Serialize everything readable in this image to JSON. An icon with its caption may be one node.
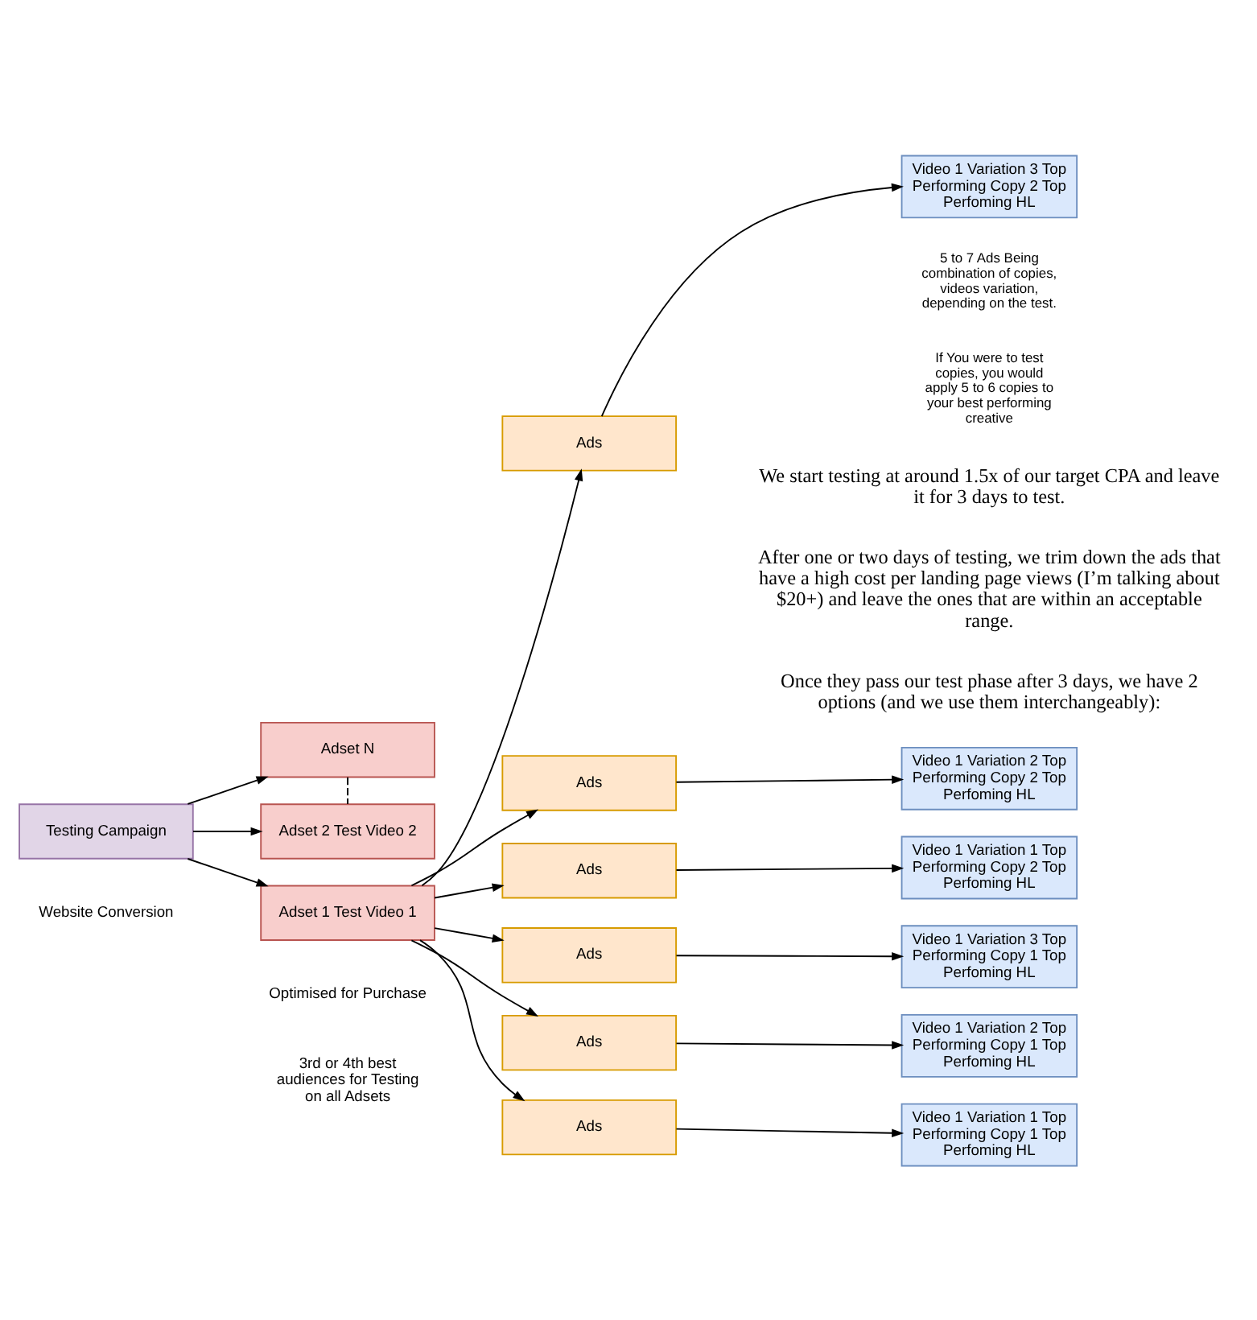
{
  "diagram": {
    "nodes": [
      {
        "text": [
          "Testing Campaign"
        ],
        "beside": [
          "Website Conversion"
        ]
      },
      {
        "text": [
          "Adset N"
        ]
      },
      {
        "text": [
          "Adset 2 Test Video 2"
        ]
      },
      {
        "text": [
          "Adset 1 Test Video 1"
        ],
        "beside": [
          "Optimised for Purchase",
          "3rd or 4th best audiences for Testing on all Adsets"
        ]
      },
      {
        "text": [
          "Ads"
        ]
      },
      {
        "text": [
          "Ads"
        ]
      },
      {
        "text": [
          "Ads"
        ]
      },
      {
        "text": [
          "Ads"
        ]
      },
      {
        "text": [
          "Ads"
        ]
      },
      {
        "text": [
          "Ads"
        ]
      },
      {
        "text": [
          "Video 1 Variation 3 Top Performing Copy 2 Top Perfoming HL"
        ]
      },
      {
        "text": [
          "Video 1 Variation 2 Top Performing Copy 2 Top Perfoming HL"
        ]
      },
      {
        "text": [
          "Video 1 Variation 1 Top Performing Copy 2 Top Perfoming HL"
        ]
      },
      {
        "text": [
          "Video 1 Variation 3 Top Performing Copy 1 Top Perfoming HL"
        ]
      },
      {
        "text": [
          "Video 1 Variation 2 Top Performing Copy 1 Top Perfoming HL"
        ]
      },
      {
        "text": [
          "Video 1 Variation 1 Top Performing Copy 1 Top Perfoming HL"
        ]
      }
    ],
    "edges": [
      {
        "from": 0,
        "to": 1,
        "arrow": "to"
      },
      {
        "from": 0,
        "to": 2,
        "arrow": "to"
      },
      {
        "from": 0,
        "to": 3,
        "arrow": "to"
      },
      {
        "from": 1,
        "to": 2,
        "arrow": "none",
        "style": "dashed"
      },
      {
        "from": 3,
        "to": 4,
        "arrow": "to"
      },
      {
        "from": 3,
        "to": 5,
        "arrow": "to"
      },
      {
        "from": 3,
        "to": 6,
        "arrow": "to"
      },
      {
        "from": 3,
        "to": 7,
        "arrow": "to"
      },
      {
        "from": 3,
        "to": 8,
        "arrow": "to"
      },
      {
        "from": 3,
        "to": 9,
        "arrow": "to"
      },
      {
        "from": 4,
        "to": 10,
        "arrow": "to"
      },
      {
        "from": 5,
        "to": 11,
        "arrow": "to"
      },
      {
        "from": 6,
        "to": 12,
        "arrow": "to"
      },
      {
        "from": 7,
        "to": 13,
        "arrow": "to"
      },
      {
        "from": 8,
        "to": 14,
        "arrow": "to"
      },
      {
        "from": 9,
        "to": 15,
        "arrow": "to"
      }
    ],
    "labels": [
      "5 to 7 Ads Being combination of copies, videos variation, depending on the test.",
      "If You were to test copies, you would apply 5 to 6 copies to your best performing creative",
      "We start testing at around 1.5x of our target CPA and leave it for 3 days to test.",
      "After one or two days of testing, we trim down the ads that have a high cost per landing page views (I’m talking about $20+) and leave the ones that are within an acceptable range.",
      "Once they pass our test phase after 3 days, we have 2 options (and we use them interchangeably):"
    ]
  }
}
